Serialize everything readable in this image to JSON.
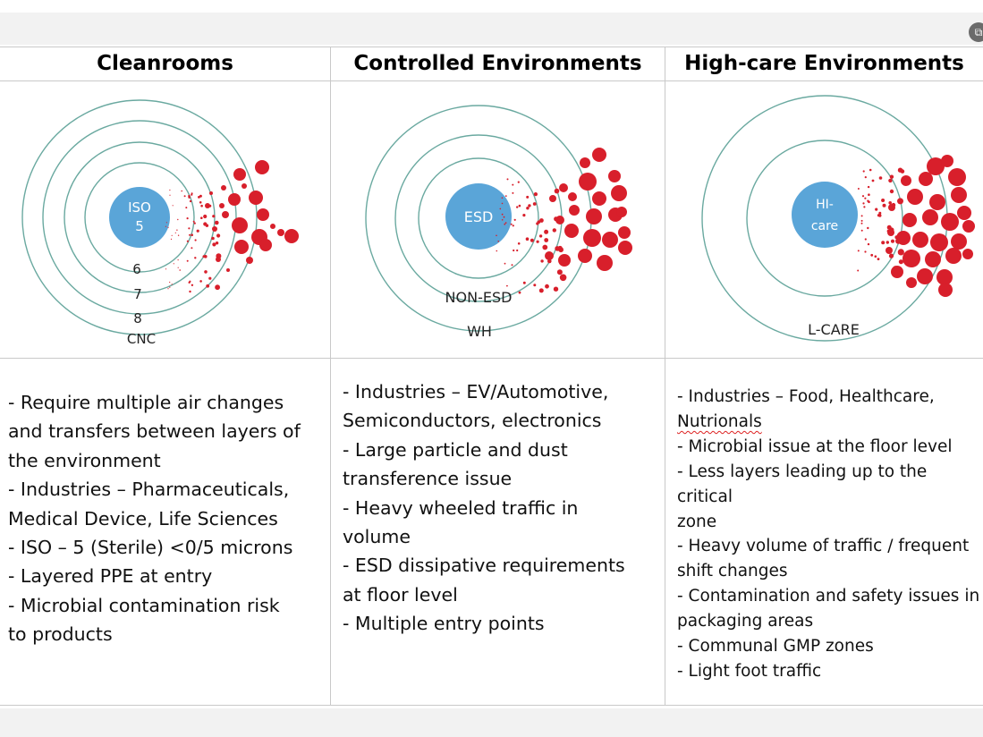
{
  "columns": [
    {
      "title": "Cleanrooms",
      "center": [
        "ISO",
        "5"
      ],
      "rings": [
        "6",
        "7",
        "8",
        "CNC"
      ],
      "description": [
        "- Require multiple air changes",
        "and transfers between layers of",
        "the environment",
        "- Industries – Pharmaceuticals,",
        "Medical Device, Life Sciences",
        "- ISO – 5 (Sterile) <0/5 microns",
        "- Layered PPE at entry",
        "- Microbial contamination risk",
        "to products"
      ]
    },
    {
      "title": "Controlled Environments",
      "center": [
        "ESD"
      ],
      "rings": [
        "NON-ESD",
        "WH"
      ],
      "description": [
        "- Industries – EV/Automotive,",
        "Semiconductors, electronics",
        "- Large particle and dust",
        "transference issue",
        "- Heavy wheeled traffic in",
        "volume",
        "- ESD dissipative requirements",
        "at floor level",
        "- Multiple entry points"
      ]
    },
    {
      "title": "High-care Environments",
      "center": [
        "HI-",
        "care"
      ],
      "rings": [
        "L-CARE"
      ],
      "description": [
        "- Industries – Food, Healthcare,",
        "Nutrionals",
        "- Microbial issue at the floor level",
        "- Less layers leading up to the critical",
        "zone",
        "- Heavy volume of traffic / frequent",
        "shift changes",
        "- Contamination and safety issues in",
        "packaging areas",
        "- Communal GMP zones",
        "- Light foot traffic"
      ]
    }
  ],
  "colors": {
    "ring_stroke": "#6aa9a0",
    "center_fill": "#5aa5d8",
    "particle": "#d81f2b",
    "grid_line": "#c9c9c9"
  },
  "icons": {
    "corner": "expand-icon"
  }
}
